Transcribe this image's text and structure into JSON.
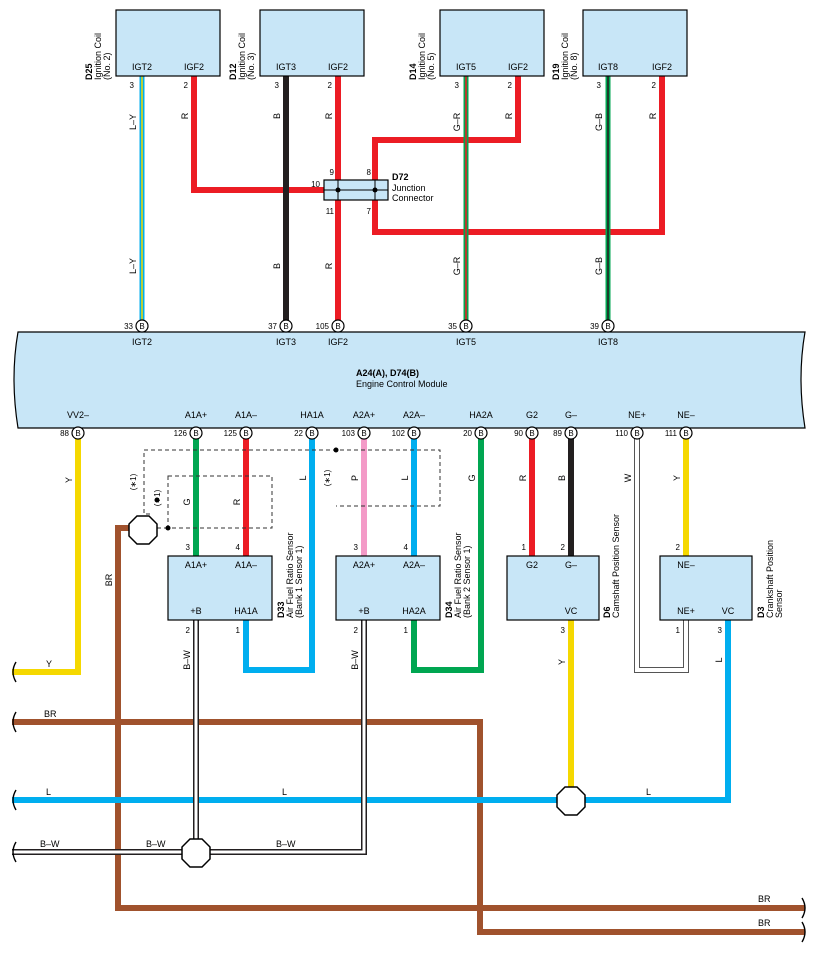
{
  "colors": {
    "component_fill": "#c8e6f7",
    "Y": "#f5d800",
    "R": "#ec1c24",
    "B": "#231f20",
    "L": "#00aeef",
    "G": "#00a651",
    "P": "#f39ac7",
    "BR": "#a0522d",
    "W": "#ffffff"
  },
  "ecm": {
    "name": "A24(A), D74(B)",
    "desc": "Engine Control Module",
    "top_pins": [
      {
        "num": "33",
        "conn": "B",
        "label": "IGT2"
      },
      {
        "num": "37",
        "conn": "B",
        "label": "IGT3"
      },
      {
        "num": "105",
        "conn": "B",
        "label": "IGF2"
      },
      {
        "num": "35",
        "conn": "B",
        "label": "IGT5"
      },
      {
        "num": "39",
        "conn": "B",
        "label": "IGT8"
      }
    ],
    "bottom_pins": [
      {
        "num": "88",
        "conn": "B",
        "label": "VV2–"
      },
      {
        "num": "126",
        "conn": "B",
        "label": "A1A+"
      },
      {
        "num": "125",
        "conn": "B",
        "label": "A1A–"
      },
      {
        "num": "22",
        "conn": "B",
        "label": "HA1A"
      },
      {
        "num": "103",
        "conn": "B",
        "label": "A2A+"
      },
      {
        "num": "102",
        "conn": "B",
        "label": "A2A–"
      },
      {
        "num": "20",
        "conn": "B",
        "label": "HA2A"
      },
      {
        "num": "90",
        "conn": "B",
        "label": "G2"
      },
      {
        "num": "89",
        "conn": "B",
        "label": "G–"
      },
      {
        "num": "110",
        "conn": "B",
        "label": "NE+"
      },
      {
        "num": "111",
        "conn": "B",
        "label": "NE–"
      }
    ]
  },
  "coils": [
    {
      "code": "D25",
      "name": "Ignition Coil",
      "sub": "(No. 2)",
      "t1": "IGT2",
      "t2": "IGF2",
      "p1": "3",
      "p2": "2"
    },
    {
      "code": "D12",
      "name": "Ignition Coil",
      "sub": "(No. 3)",
      "t1": "IGT3",
      "t2": "IGF2",
      "p1": "3",
      "p2": "2"
    },
    {
      "code": "D14",
      "name": "Ignition Coil",
      "sub": "(No. 5)",
      "t1": "IGT5",
      "t2": "IGF2",
      "p1": "3",
      "p2": "2"
    },
    {
      "code": "D19",
      "name": "Ignition Coil",
      "sub": "(No. 8)",
      "t1": "IGT8",
      "t2": "IGF2",
      "p1": "3",
      "p2": "2"
    }
  ],
  "junction": {
    "code": "D72",
    "name": "Junction",
    "name2": "Connector",
    "pins": [
      "10",
      "9",
      "8",
      "11",
      "7"
    ]
  },
  "sensors": [
    {
      "code": "D33",
      "name": "Air Fuel Ratio Sensor",
      "sub": "(Bank 1 Sensor 1)",
      "t1": "A1A+",
      "t2": "A1A–",
      "t3": "+B",
      "t4": "HA1A",
      "p1": "3",
      "p2": "4",
      "p3": "2",
      "p4": "1"
    },
    {
      "code": "D34",
      "name": "Air Fuel Ratio Sensor",
      "sub": "(Bank 2 Sensor 1)",
      "t1": "A2A+",
      "t2": "A2A–",
      "t3": "+B",
      "t4": "HA2A",
      "p1": "3",
      "p2": "4",
      "p3": "2",
      "p4": "1"
    },
    {
      "code": "D6",
      "name": "Camshaft Position Sensor",
      "sub": "",
      "t1": "G2",
      "t2": "G–",
      "t3": "VC",
      "p1": "1",
      "p2": "2",
      "p3": "3"
    },
    {
      "code": "D3",
      "name": "Crankshaft Position",
      "sub": "Sensor",
      "t1": "NE–",
      "t2": "NE+",
      "t3": "VC",
      "p1": "2",
      "p2": "1",
      "p3": "3"
    }
  ],
  "wire_labels": {
    "LY": "L–Y",
    "B": "B",
    "R": "R",
    "GR": "G–R",
    "GB": "G–B",
    "Y": "Y",
    "G": "G",
    "L": "L",
    "P": "P",
    "W": "W",
    "BR": "BR",
    "BW": "B–W"
  },
  "shield_note": "(∗1)"
}
